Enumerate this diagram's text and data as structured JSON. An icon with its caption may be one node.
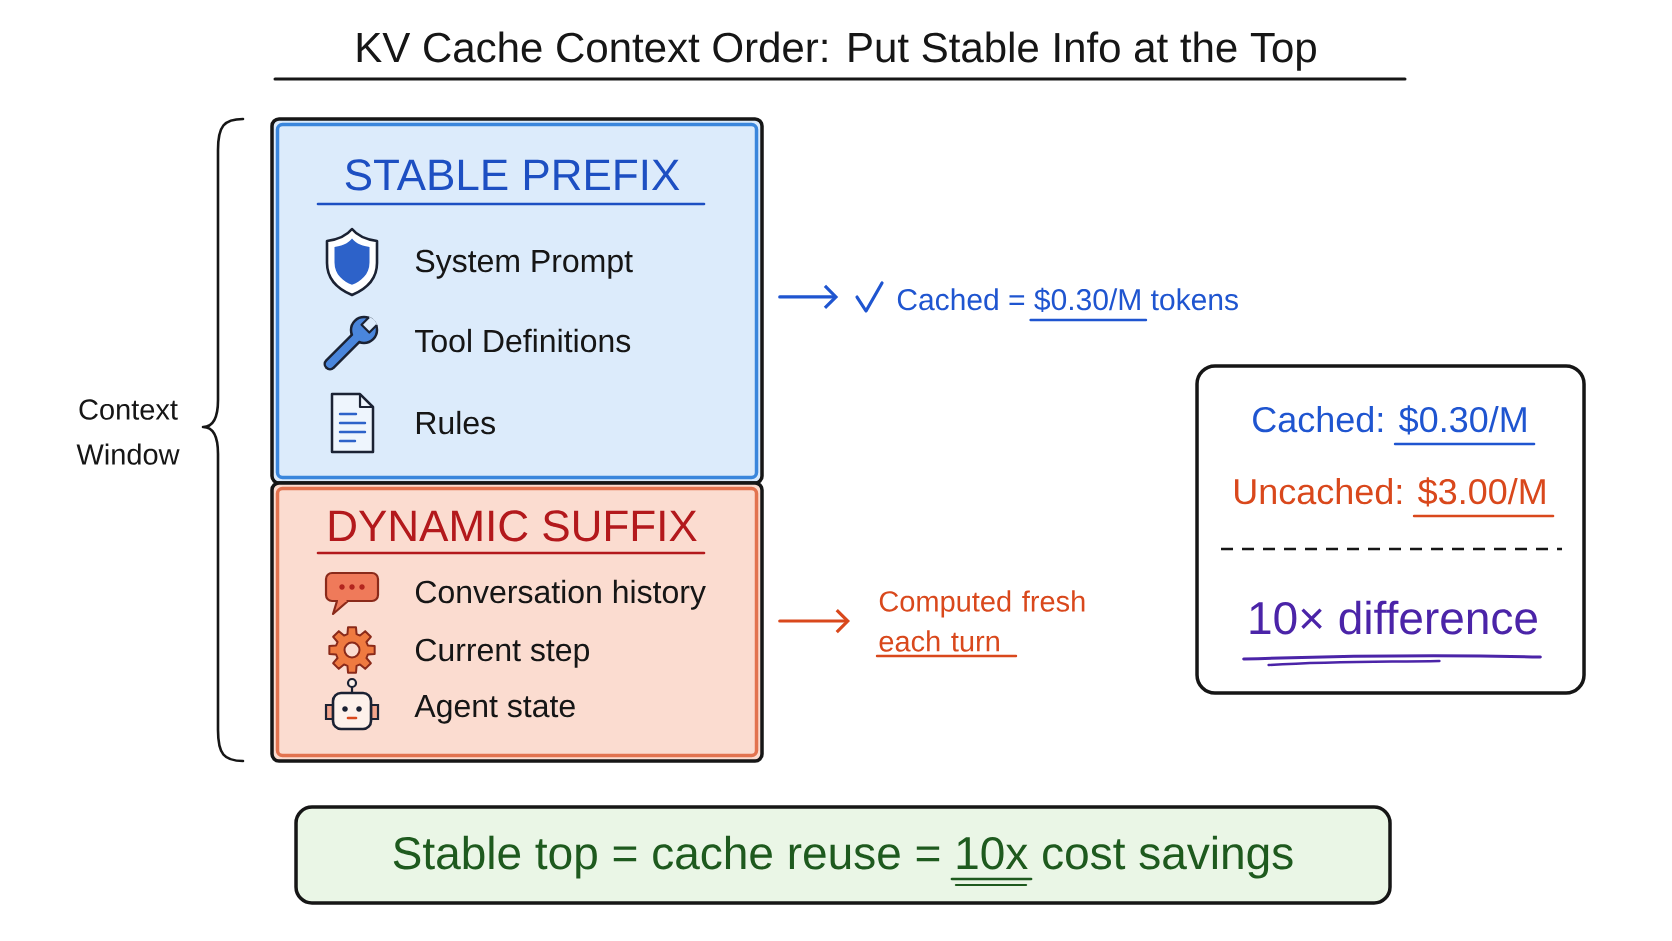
{
  "diagram": {
    "title": "KV Cache Context Order: Put Stable Info at the Top",
    "nodes": [
      {
        "text": [
          "STABLE PREFIX",
          "System Prompt",
          "Tool Definitions",
          "Rules"
        ]
      },
      {
        "text": [
          "DYNAMIC SUFFIX",
          "Conversation history",
          "Current step",
          "Agent state"
        ]
      },
      {
        "text": [
          "Cached = $0.30/M tokens"
        ]
      },
      {
        "text": [
          "Computed fresh each turn"
        ]
      },
      {
        "text": [
          "Cached: $0.30/M",
          "Uncached: $3.00/M",
          "10× difference"
        ]
      },
      {
        "text": [
          "Stable top = cache reuse = 10x cost savings"
        ]
      }
    ],
    "edges": [
      {
        "from": 0,
        "to": 2,
        "arrow": "to",
        "color": "#1f55d0"
      },
      {
        "from": 1,
        "to": 3,
        "arrow": "to",
        "color": "#d9481c"
      }
    ],
    "labels": [
      "Context Window"
    ]
  }
}
